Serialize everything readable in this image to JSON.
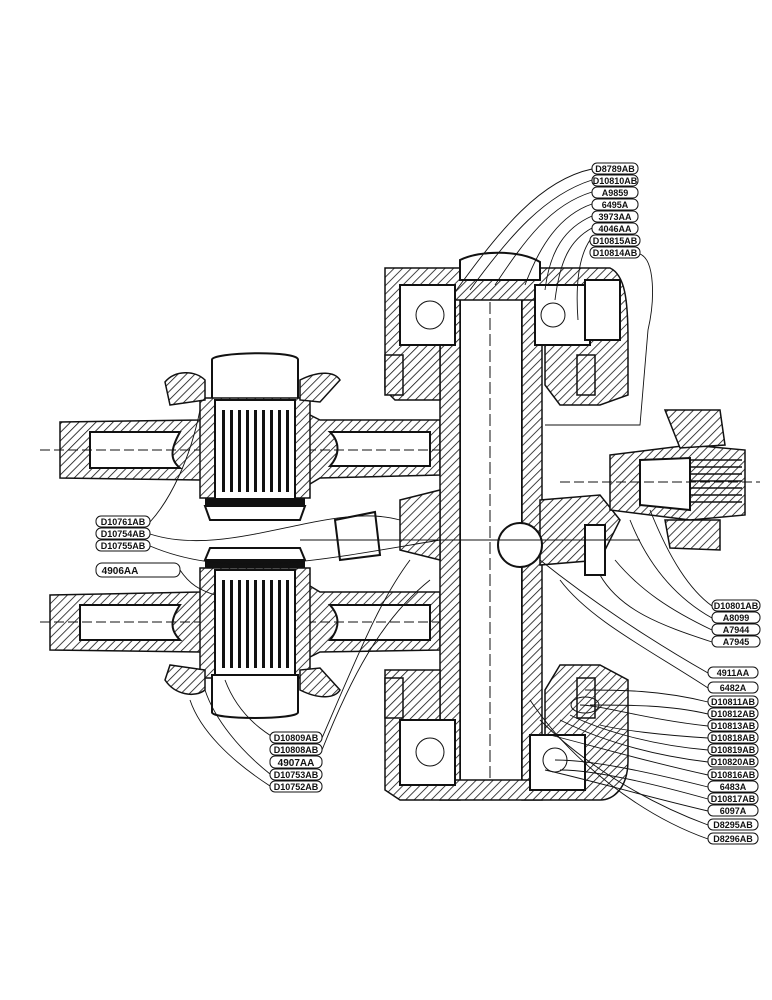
{
  "labels": {
    "top": [
      "D8789AB",
      "D10810AB",
      "A9859",
      "6495A",
      "3973AA",
      "4046AA",
      "D10815AB",
      "D10814AB"
    ],
    "left": [
      "D10761AB",
      "D10754AB",
      "D10755AB"
    ],
    "left_big": "4906AA",
    "right_upper": [
      "D10801AB",
      "A8099",
      "A7944",
      "A7945"
    ],
    "right_lower": [
      "4911AA",
      "6482A",
      "D10811AB",
      "D10812AB",
      "D10813AB",
      "D10818AB",
      "D10819AB",
      "D10820AB",
      "D10816AB",
      "6483A",
      "D10817AB",
      "6097A",
      "D8295AB",
      "D8296AB"
    ],
    "bottom_left": [
      "D10809AB",
      "D10808AB",
      "4907AA",
      "D10753AB",
      "D10752AB"
    ]
  }
}
